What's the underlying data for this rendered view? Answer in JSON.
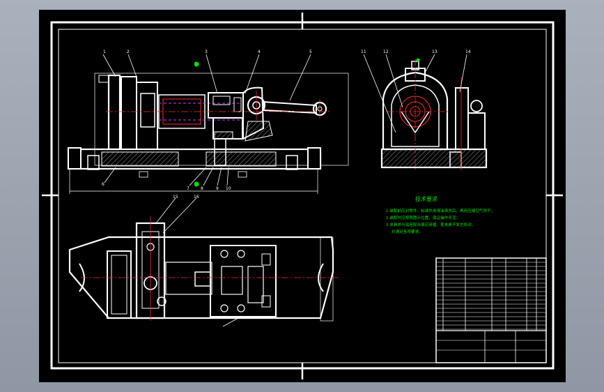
{
  "colors": {
    "background": "#000000",
    "outline": "#ffffff",
    "centerline": "#ff2a2a",
    "note": "#00e000",
    "hatch": "#9a9a9a",
    "hidden": "#c040ff"
  },
  "notes": {
    "title": "技术要求",
    "line1": "1.装配前应对零件、标准件用煤油清洗后，再用压缩空气吹干；",
    "line2": "2.装配时应按照图示位置，保证操作灵活；",
    "line3": "3.夹具体与底座配合面应研磨，使夹具不发生松动，",
    "line4": "并满足各项要求。"
  },
  "balloons": [
    "1",
    "2",
    "3",
    "4",
    "5",
    "6",
    "7",
    "8",
    "9",
    "10",
    "11",
    "12",
    "13",
    "14",
    "15",
    "16"
  ]
}
